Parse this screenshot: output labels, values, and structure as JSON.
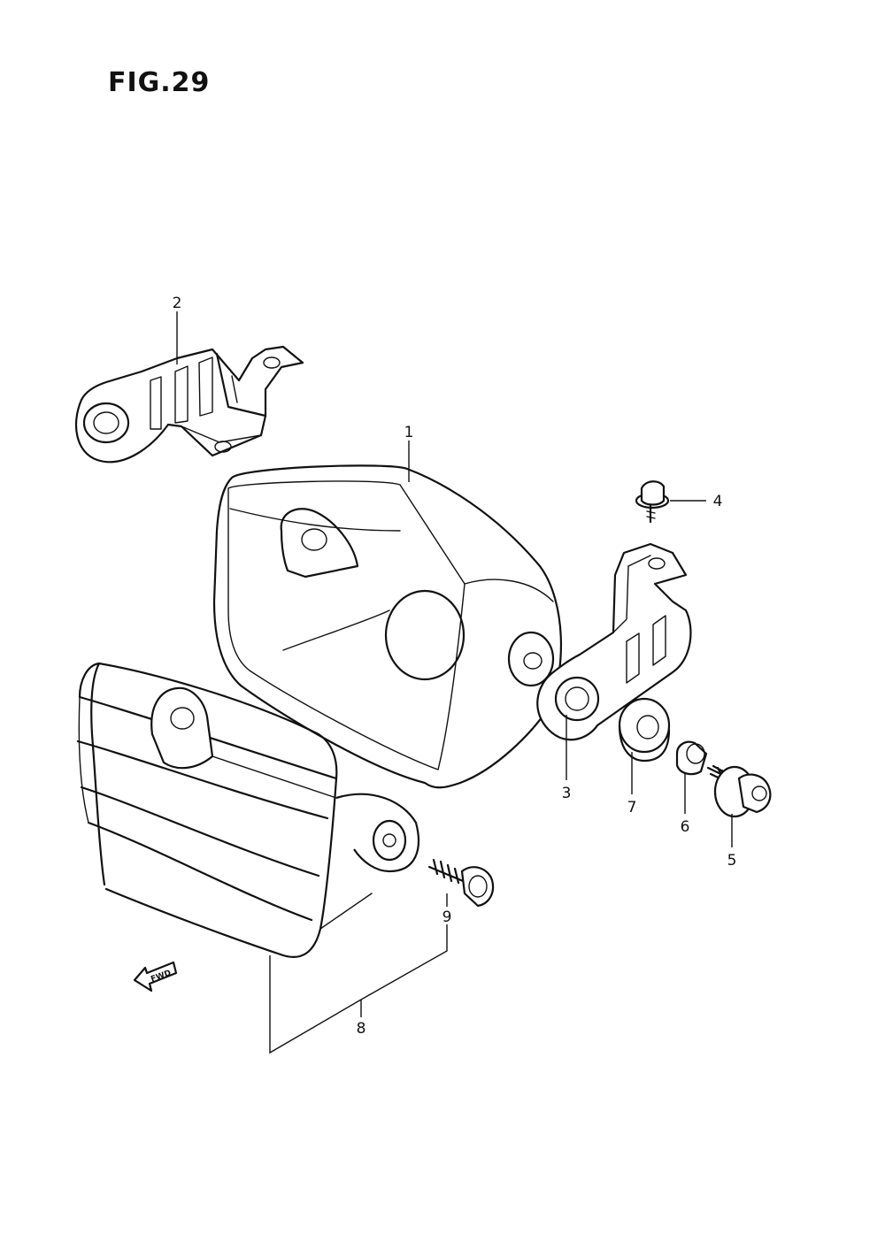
{
  "figure": {
    "title": "FIG.29"
  },
  "callouts": [
    {
      "id": "1",
      "label": "1"
    },
    {
      "id": "2",
      "label": "2"
    },
    {
      "id": "3",
      "label": "3"
    },
    {
      "id": "4",
      "label": "4"
    },
    {
      "id": "5",
      "label": "5"
    },
    {
      "id": "6",
      "label": "6"
    },
    {
      "id": "7",
      "label": "7"
    },
    {
      "id": "8",
      "label": "8"
    },
    {
      "id": "9",
      "label": "9"
    }
  ],
  "direction_marker": {
    "label": "FWD",
    "icon": "forward-arrow-icon"
  }
}
